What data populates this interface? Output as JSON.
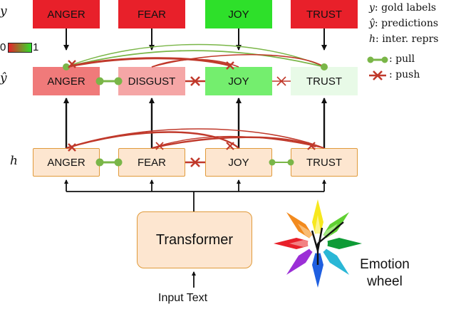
{
  "rows": {
    "gold_symbol": "y",
    "pred_symbol": "ŷ",
    "hidden_symbol": "h"
  },
  "gold": [
    {
      "label": "ANGER",
      "color": "#e8202a"
    },
    {
      "label": "FEAR",
      "color": "#e8202a"
    },
    {
      "label": "JOY",
      "color": "#2ee02a"
    },
    {
      "label": "TRUST",
      "color": "#e8202a"
    }
  ],
  "predictions": [
    {
      "label": "ANGER",
      "color": "#f07a7a"
    },
    {
      "label": "DISGUST",
      "color": "#f5a6a6"
    },
    {
      "label": "JOY",
      "color": "#74ee6e"
    },
    {
      "label": "TRUST",
      "color": "#e8fae7"
    }
  ],
  "hidden": [
    {
      "label": "ANGER"
    },
    {
      "label": "FEAR"
    },
    {
      "label": "JOY"
    },
    {
      "label": "TRUST"
    }
  ],
  "scale": {
    "min_label": "0",
    "max_label": "1",
    "low_color": "#e8202a",
    "high_color": "#2ee02a"
  },
  "legend": {
    "gold": {
      "sym": "y",
      "text": ": gold labels"
    },
    "pred": {
      "sym": "ŷ",
      "text": ": predictions"
    },
    "hidden": {
      "sym": "h",
      "text": ": inter. reprs"
    },
    "pull": ": pull",
    "push": ": push"
  },
  "colors": {
    "pull": "#7ab648",
    "push": "#c0392b",
    "box_fill": "#fde6d0",
    "box_border": "#e09a3a"
  },
  "transformer_label": "Transformer",
  "input_label": "Input Text",
  "wheel_label_line1": "Emotion",
  "wheel_label_line2": "wheel"
}
